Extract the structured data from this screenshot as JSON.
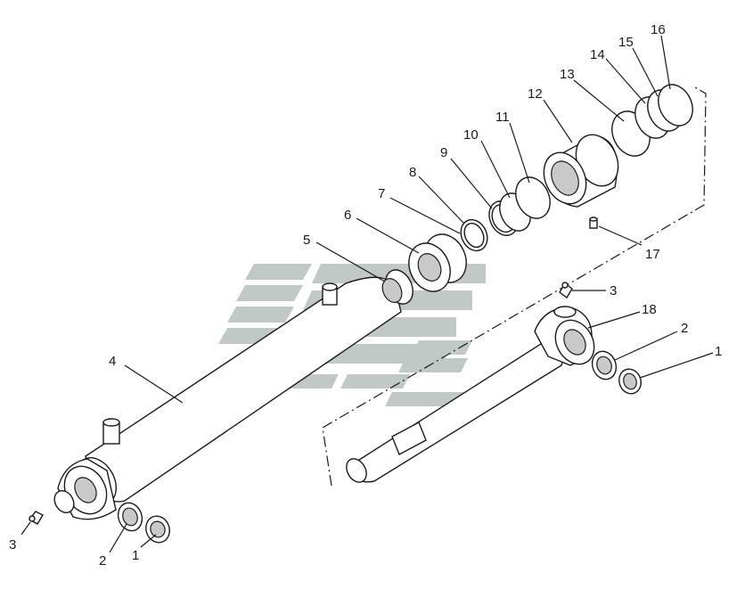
{
  "callouts": [
    {
      "id": "c1a",
      "text": "1"
    },
    {
      "id": "c2a",
      "text": "2"
    },
    {
      "id": "c3a",
      "text": "3"
    },
    {
      "id": "c4",
      "text": "4"
    },
    {
      "id": "c5",
      "text": "5"
    },
    {
      "id": "c6",
      "text": "6"
    },
    {
      "id": "c7",
      "text": "7"
    },
    {
      "id": "c8",
      "text": "8"
    },
    {
      "id": "c9",
      "text": "9"
    },
    {
      "id": "c10",
      "text": "10"
    },
    {
      "id": "c11",
      "text": "11"
    },
    {
      "id": "c12",
      "text": "12"
    },
    {
      "id": "c13",
      "text": "13"
    },
    {
      "id": "c14",
      "text": "14"
    },
    {
      "id": "c15",
      "text": "15"
    },
    {
      "id": "c16",
      "text": "16"
    },
    {
      "id": "c17",
      "text": "17"
    },
    {
      "id": "c3b",
      "text": "3"
    },
    {
      "id": "c18",
      "text": "18"
    },
    {
      "id": "c2b",
      "text": "2"
    },
    {
      "id": "c1b",
      "text": "1"
    }
  ],
  "colors": {
    "line": "#1a1a1a",
    "watermark": "#8f9e9a",
    "shade": "#c9c9c9"
  },
  "watermark_icon": "logo-stripes-watermark"
}
